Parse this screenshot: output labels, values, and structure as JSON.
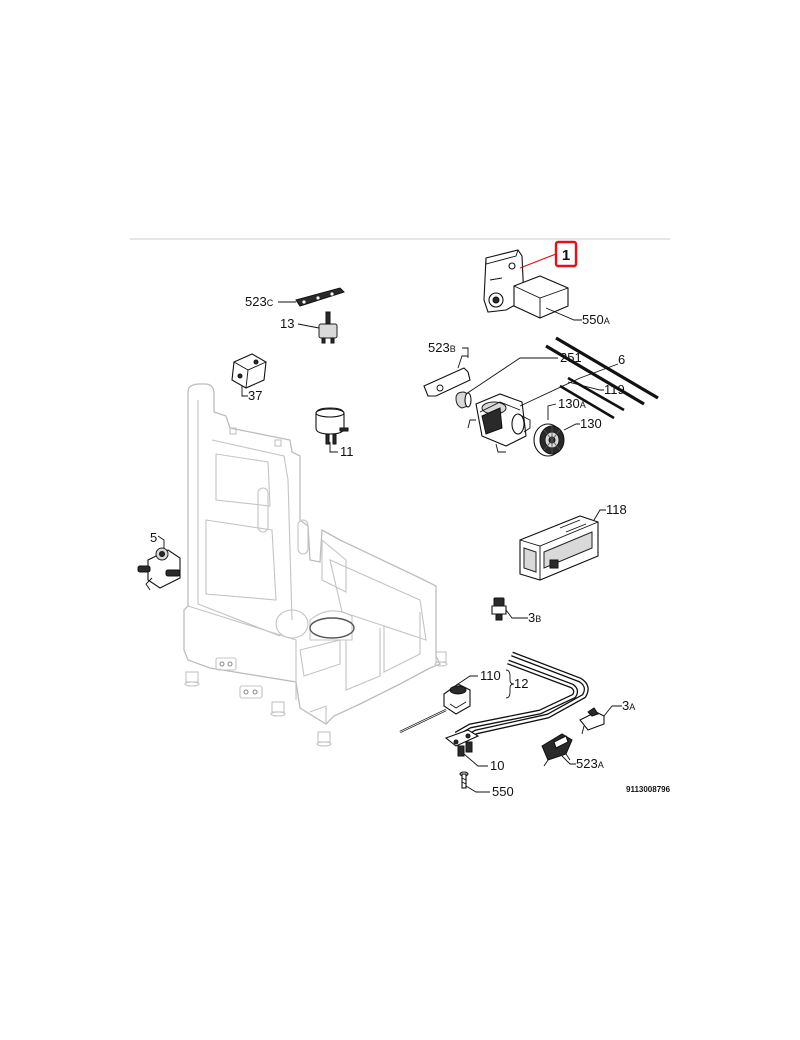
{
  "document": {
    "reference_code": "9113008796"
  },
  "highlight": {
    "label": "1",
    "color": "#e0121b"
  },
  "parts": [
    {
      "id": "523c",
      "num": "523",
      "suffix": "C"
    },
    {
      "id": "13",
      "num": "13",
      "suffix": ""
    },
    {
      "id": "37",
      "num": "37",
      "suffix": ""
    },
    {
      "id": "11",
      "num": "11",
      "suffix": ""
    },
    {
      "id": "5",
      "num": "5",
      "suffix": ""
    },
    {
      "id": "550a",
      "num": "550",
      "suffix": "A"
    },
    {
      "id": "523b",
      "num": "523",
      "suffix": "B"
    },
    {
      "id": "251",
      "num": "251",
      "suffix": ""
    },
    {
      "id": "6",
      "num": "6",
      "suffix": ""
    },
    {
      "id": "119",
      "num": "119",
      "suffix": ""
    },
    {
      "id": "130a",
      "num": "130",
      "suffix": "A"
    },
    {
      "id": "130",
      "num": "130",
      "suffix": ""
    },
    {
      "id": "118",
      "num": "118",
      "suffix": ""
    },
    {
      "id": "3b",
      "num": "3",
      "suffix": "B"
    },
    {
      "id": "110",
      "num": "110",
      "suffix": ""
    },
    {
      "id": "12",
      "num": "12",
      "suffix": ""
    },
    {
      "id": "3a",
      "num": "3",
      "suffix": "A"
    },
    {
      "id": "523a",
      "num": "523",
      "suffix": "A"
    },
    {
      "id": "10",
      "num": "10",
      "suffix": ""
    },
    {
      "id": "550",
      "num": "550",
      "suffix": ""
    }
  ]
}
